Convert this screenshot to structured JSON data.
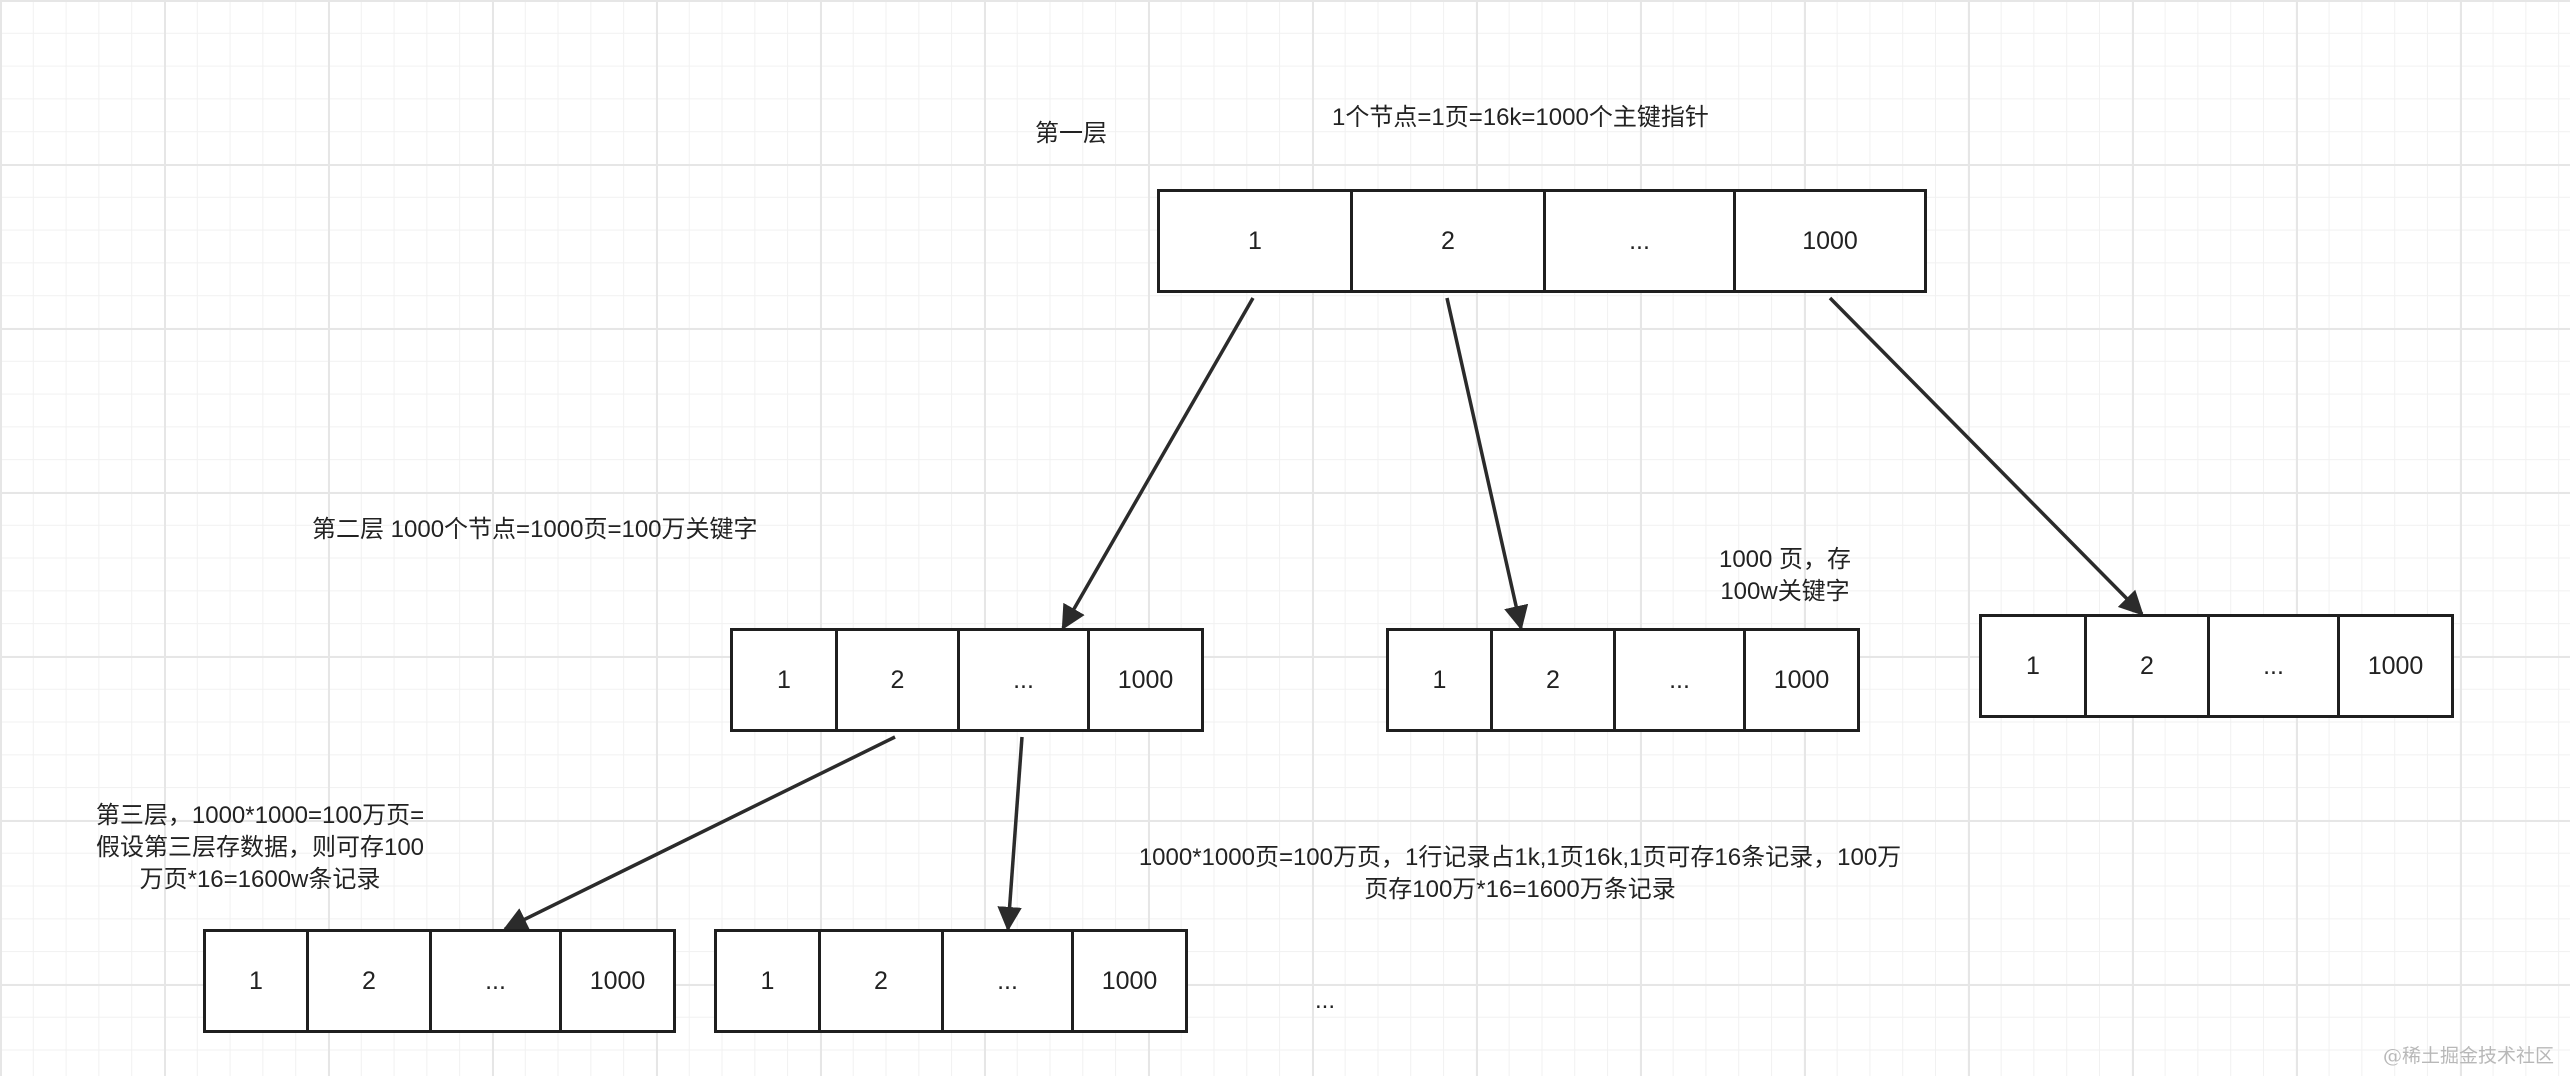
{
  "labels": {
    "layer1": "第一层",
    "node_size": "1个节点=1页=16k=1000个主键指针",
    "layer2": "第二层 1000个节点=1000页=100万关键字",
    "pages_line1": "1000 页，存",
    "pages_line2": "100w关键字",
    "layer3_line1": "第三层，1000*1000=100万页=",
    "layer3_line2": "假设第三层存数据，则可存100",
    "layer3_line3": "万页*16=1600w条记录",
    "calc_line1": "1000*1000页=100万页，1行记录占1k,1页16k,1页可存16条记录，100万",
    "calc_line2": "页存100万*16=1600万条记录",
    "ellipsis": "...",
    "watermark": "@稀土掘金技术社区"
  },
  "nodes": {
    "root": [
      "1",
      "2",
      "...",
      "1000"
    ],
    "level2_a": [
      "1",
      "2",
      "...",
      "1000"
    ],
    "level2_b": [
      "1",
      "2",
      "...",
      "1000"
    ],
    "level2_c": [
      "1",
      "2",
      "...",
      "1000"
    ],
    "level3_a": [
      "1",
      "2",
      "...",
      "1000"
    ],
    "level3_b": [
      "1",
      "2",
      "...",
      "1000"
    ]
  },
  "colors": {
    "line": "#2b2b2b",
    "text": "#222222",
    "grid": "#e6e6e6"
  }
}
